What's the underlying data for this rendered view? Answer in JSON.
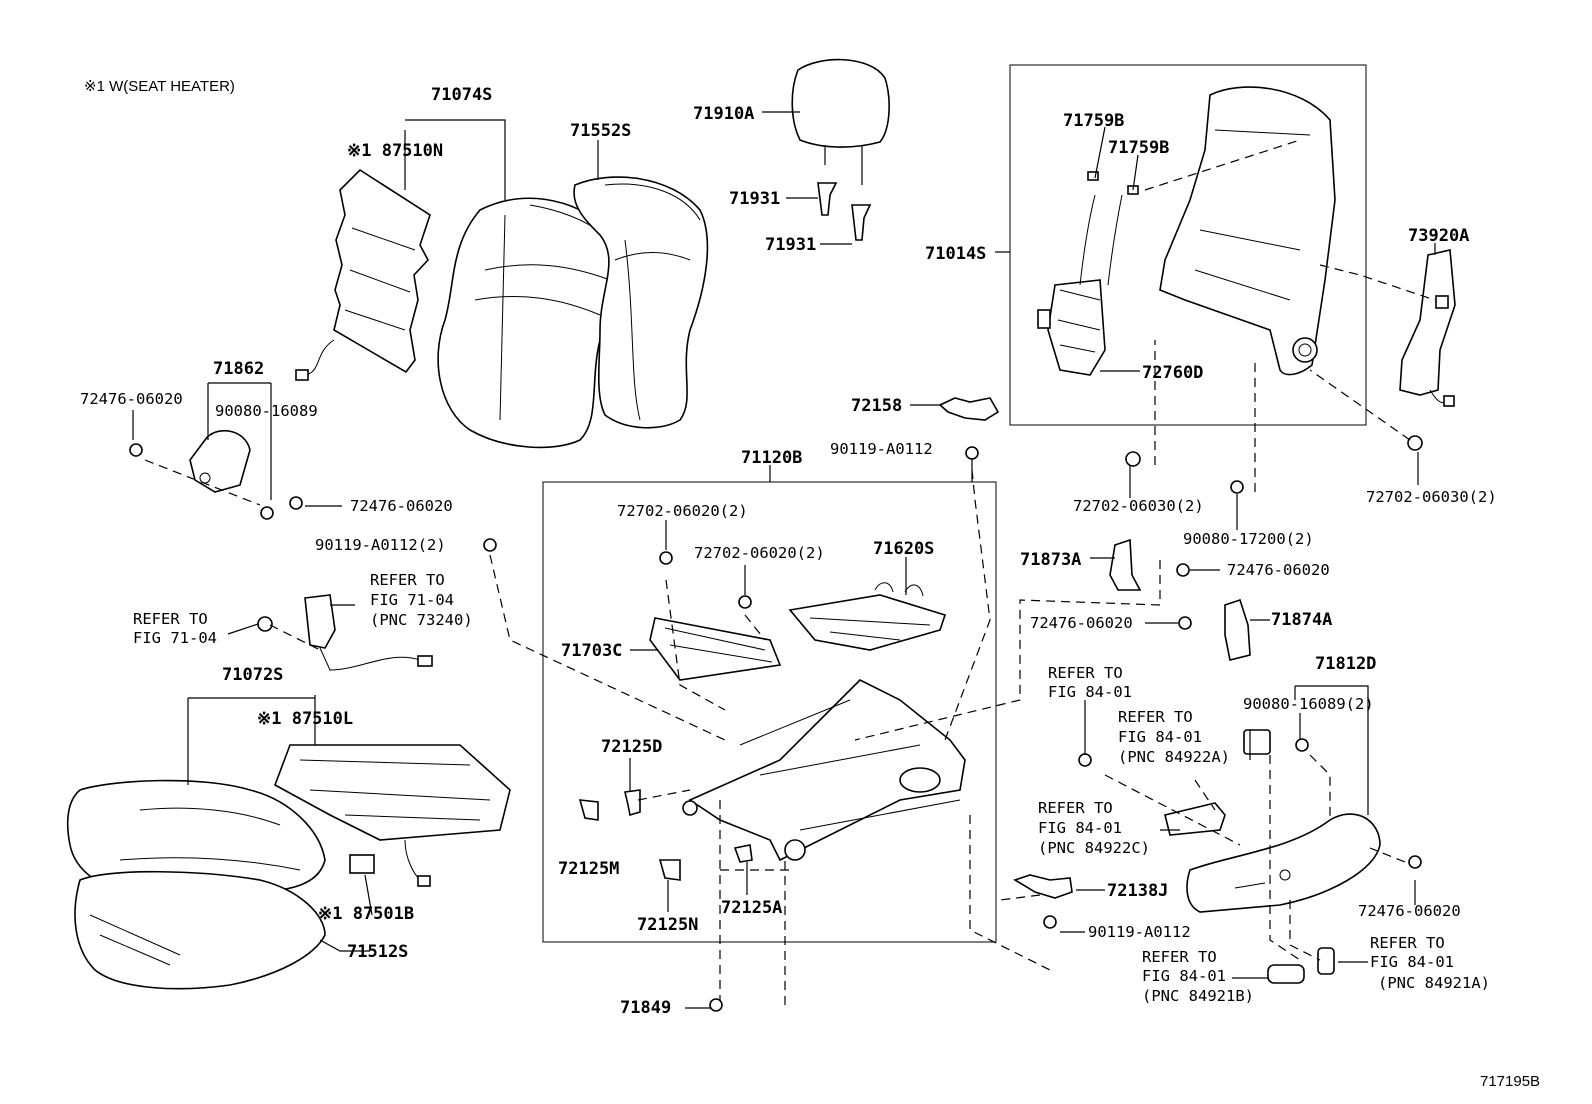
{
  "note": "※1 W(SEAT HEATER)",
  "figure_id": "717195B",
  "callouts": {
    "p71074S": "71074S",
    "p87510N": "※1 87510N",
    "p71552S": "71552S",
    "p71910A": "71910A",
    "p71931a": "71931",
    "p71931b": "71931",
    "p71014S": "71014S",
    "p71759Ba": "71759B",
    "p71759Bb": "71759B",
    "p73920A": "73920A",
    "p72760D": "72760D",
    "p71862": "71862",
    "p72476_a": "72476-06020",
    "p90080_16089": "90080-16089",
    "p72476_b": "72476-06020",
    "p72158": "72158",
    "p90119_top": "90119-A0112",
    "p71120B": "71120B",
    "p72702_06030_a": "72702-06030(2)",
    "p90080_17200": "90080-17200(2)",
    "p72702_06030_b": "72702-06030(2)",
    "p90119_2": "90119-A0112(2)",
    "p72702_06020_a": "72702-06020(2)",
    "p72702_06020_b": "72702-06020(2)",
    "p71620S": "71620S",
    "p71873A": "71873A",
    "p72476_c": "72476-06020",
    "p72476_d": "72476-06020",
    "p71874A": "71874A",
    "p71703C": "71703C",
    "p71072S": "71072S",
    "p87510L": "※1 87510L",
    "p71812D": "71812D",
    "p90080_16089_2": "90080-16089(2)",
    "p72125D": "72125D",
    "p72125M": "72125M",
    "p72125N": "72125N",
    "p72125A": "72125A",
    "p87501B": "※1 87501B",
    "p71512S": "71512S",
    "p72138J": "72138J",
    "p90119_bot": "90119-A0112",
    "p72476_e": "72476-06020",
    "p71849": "71849"
  },
  "references": {
    "seatbelt_refer": "REFER TO",
    "seatbelt_fig": "FIG 71-04",
    "seatbelt_pnc": "(PNC 73240)",
    "nut_refer": "REFER TO",
    "nut_fig": "FIG 71-04",
    "r84_top_refer": "REFER TO",
    "r84_top_fig": "FIG 84-01",
    "r84_a_refer": "REFER TO",
    "r84_a_fig": "FIG 84-01",
    "r84_a_pnc": "(PNC 84922A)",
    "r84_c_refer": "REFER TO",
    "r84_c_fig": "FIG 84-01",
    "r84_c_pnc": "(PNC 84922C)",
    "r84_b_refer": "REFER TO",
    "r84_b_fig": "FIG 84-01",
    "r84_b_pnc": "(PNC 84921B)",
    "r84_d_refer": "REFER TO",
    "r84_d_fig": "FIG 84-01",
    "r84_d_pnc": "(PNC 84921A)"
  }
}
